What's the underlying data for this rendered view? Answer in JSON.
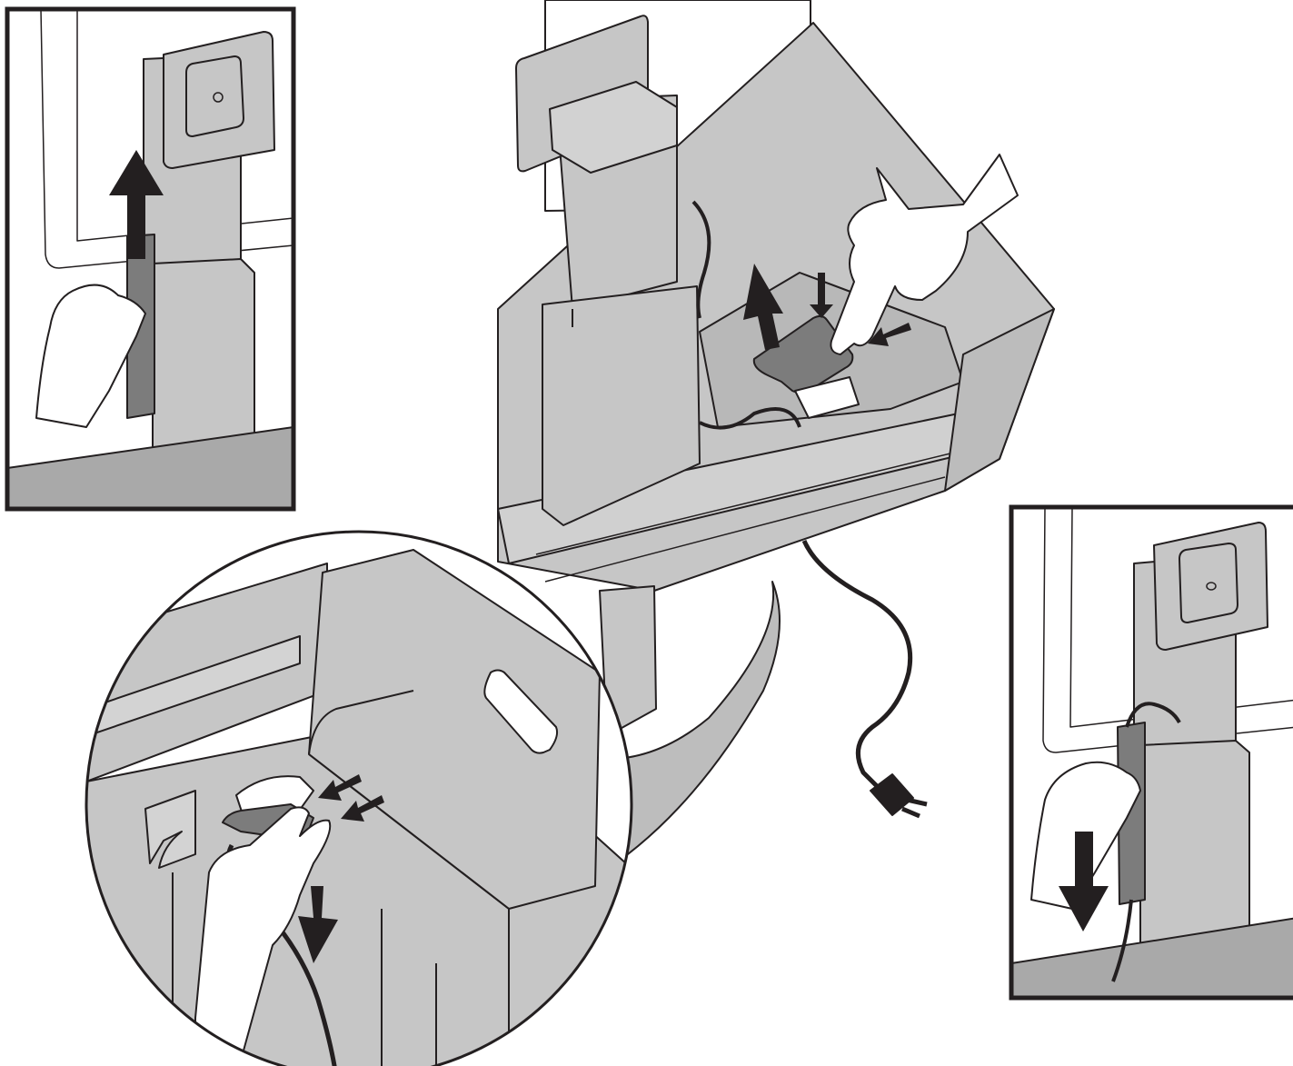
{
  "figure": {
    "panels": [
      {
        "id": "top-left",
        "action": "slide-up",
        "icon": "up-arrow-icon"
      },
      {
        "id": "main",
        "action": "press-and-lift",
        "icons": [
          "up-arrow-icon",
          "press-arrow-icon"
        ]
      },
      {
        "id": "zoom",
        "action": "press-and-pull-down",
        "icons": [
          "press-arrow-icon",
          "down-arrow-icon"
        ]
      },
      {
        "id": "bottom-right",
        "action": "slide-down",
        "icon": "down-arrow-icon"
      }
    ],
    "colors": {
      "outline": "#231f20",
      "body": "#c6c6c6",
      "panel": "#bdbdbd",
      "dark": "#7c7c7c",
      "arrow": "#231f20",
      "skin": "#ffffff"
    }
  }
}
